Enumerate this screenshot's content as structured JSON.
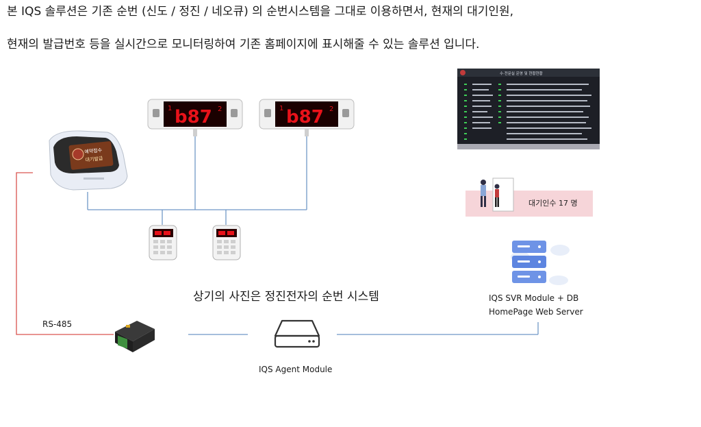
{
  "intro": {
    "line1": "본 IQS 솔루션은 기존 순번 (신도 / 정진 / 네오큐) 의 순번시스템을 그대로 이용하면서, 현재의 대기인원,",
    "line2": "현재의 발급번호 등을 실시간으로 모니터링하여 기존 홈페이지에 표시해줄 수 있는 솔루션 입니다."
  },
  "displays": {
    "left": {
      "small_top": "1",
      "digits": "b87",
      "small_right": "2"
    },
    "right": {
      "small_top": "1",
      "digits": "b87",
      "small_right": "2"
    }
  },
  "kiosk_screen": {
    "line_a": "예약접수",
    "line_b": "대기발급"
  },
  "caption": "상기의 사진은 정진전자의 순번 시스템",
  "rs485_label": "RS-485",
  "agent_label": "IQS Agent Module",
  "server": {
    "line1": "IQS SVR Module + DB",
    "line2": "HomePage Web Server"
  },
  "waiting_card": {
    "text": "대기인수 17 명"
  },
  "board": {
    "title": "수·전문실 운영 및 현황현황"
  },
  "colors": {
    "line_blue": "#6f97c7",
    "line_red": "#d9534f",
    "led_red": "#e8121a",
    "led_bg": "#1a0000"
  }
}
